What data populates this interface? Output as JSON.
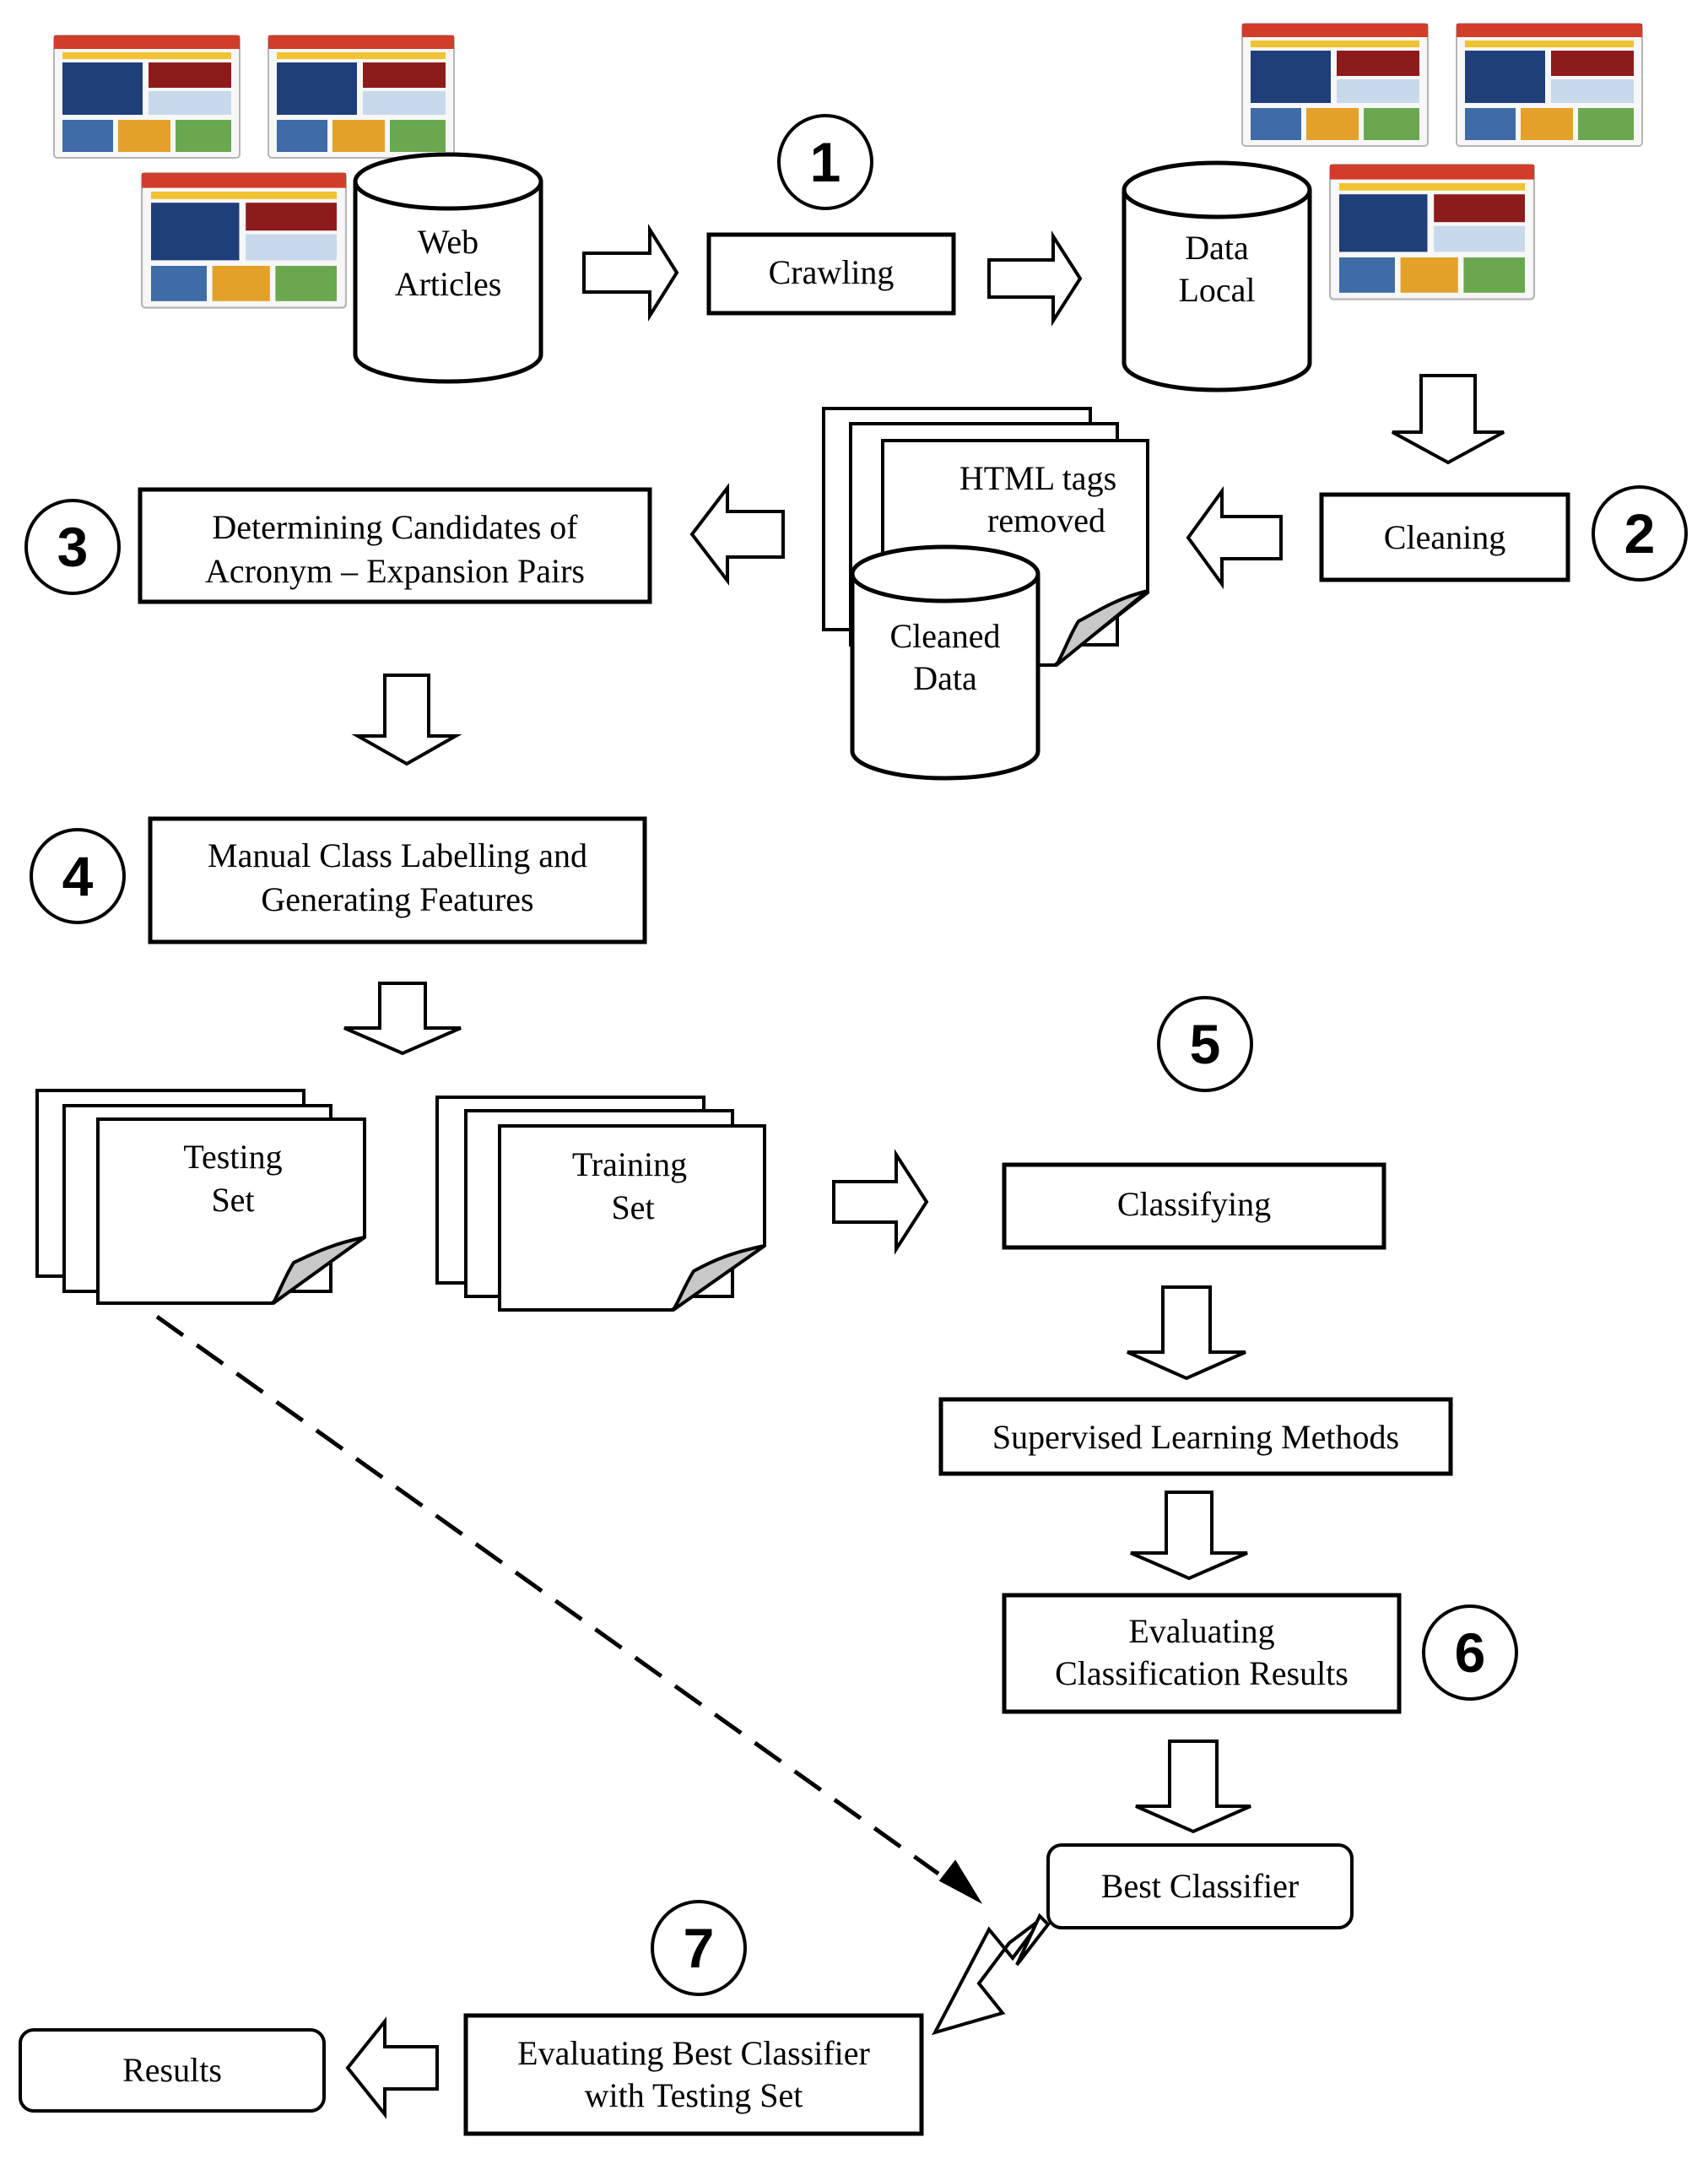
{
  "nodes": {
    "web_articles": [
      "Web",
      "Articles"
    ],
    "crawling": "Crawling",
    "data_local": [
      "Data",
      "Local"
    ],
    "cleaning": "Cleaning",
    "html_tags_removed": [
      "HTML tags",
      "removed"
    ],
    "cleaned_data": [
      "Cleaned",
      "Data"
    ],
    "determining": [
      "Determining Candidates of",
      "Acronym – Expansion Pairs"
    ],
    "manual_labelling": [
      "Manual Class Labelling and",
      "Generating Features"
    ],
    "testing_set": [
      "Testing",
      "Set"
    ],
    "training_set": [
      "Training",
      "Set"
    ],
    "classifying": "Classifying",
    "supervised": "Supervised Learning Methods",
    "evaluating_classification": [
      "Evaluating",
      "Classification Results"
    ],
    "best_classifier": "Best Classifier",
    "evaluating_best": [
      "Evaluating Best Classifier",
      "with Testing Set"
    ],
    "results": "Results"
  },
  "steps": [
    "1",
    "2",
    "3",
    "4",
    "5",
    "6",
    "7"
  ],
  "colors": {
    "curl": "#c8c8c8"
  },
  "icons": [
    "news-website-screenshot-icon"
  ]
}
